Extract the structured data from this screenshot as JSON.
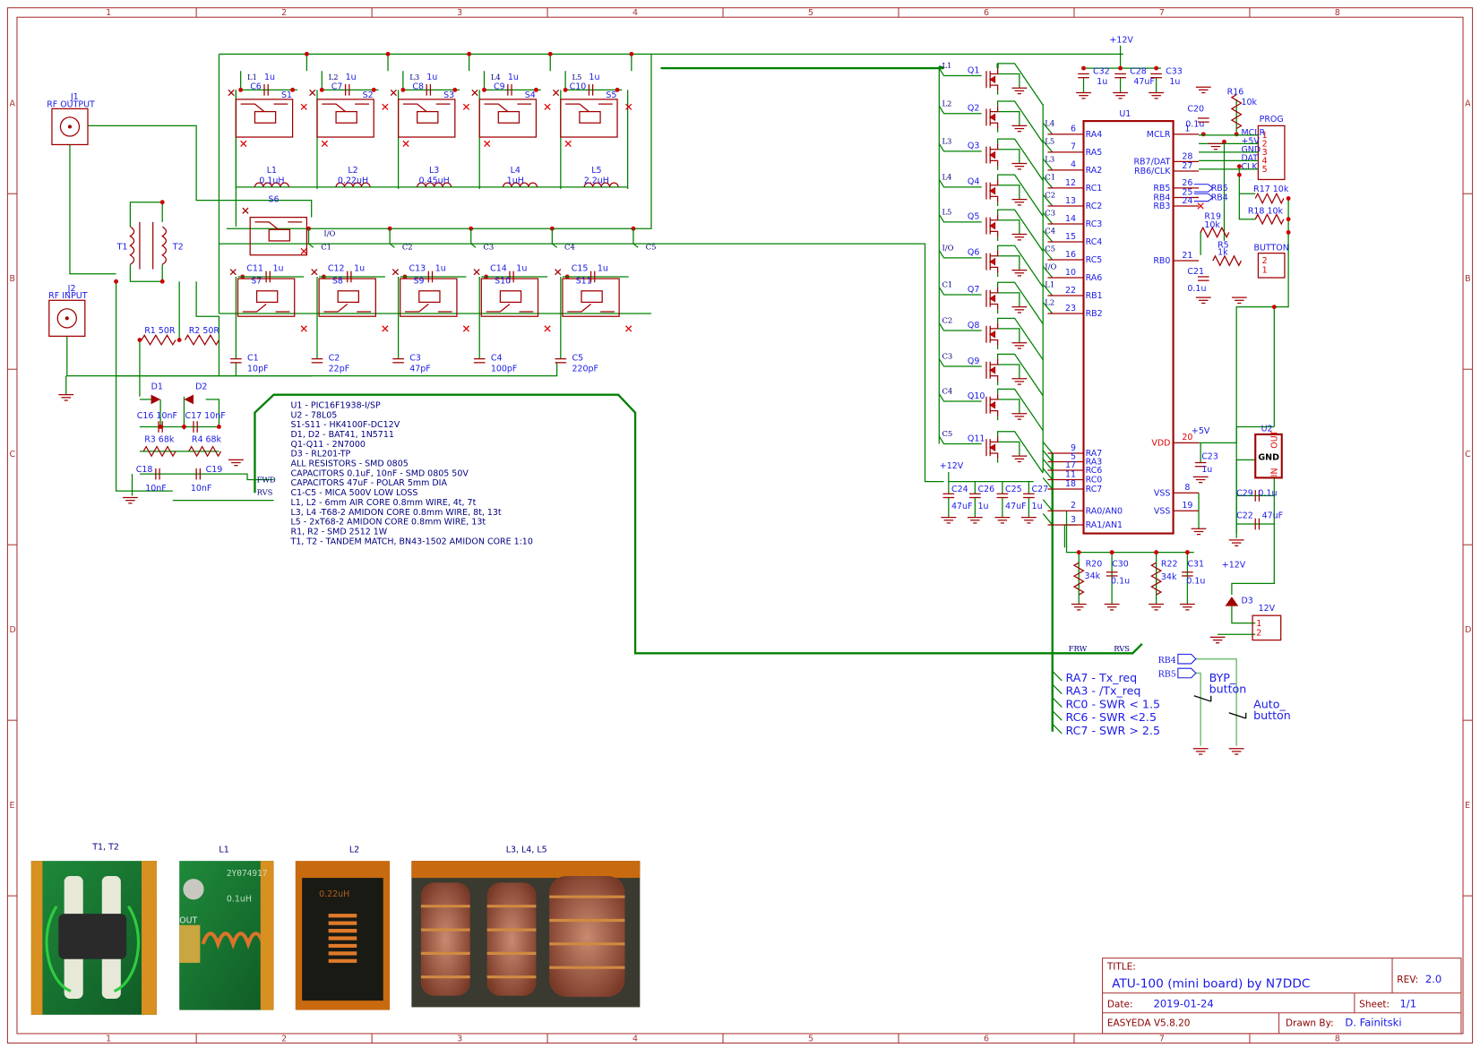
{
  "colors": {
    "wire": "#008000",
    "component": "#a00000",
    "text": "#1a1ae6",
    "border": "#a33333"
  },
  "grid": {
    "columns": [
      "1",
      "2",
      "3",
      "4",
      "5",
      "6",
      "7",
      "8"
    ],
    "rows": [
      "A",
      "B",
      "C",
      "D",
      "E"
    ]
  },
  "connectors": {
    "j1": {
      "ref": "J1",
      "name": "RF OUTPUT"
    },
    "j2": {
      "ref": "J2",
      "name": "RF INPUT"
    },
    "t1": "T1",
    "t2": "T2"
  },
  "sensor": {
    "r1": "R1 50R",
    "r2": "R2 50R",
    "d1": "D1",
    "d2": "D2",
    "c16": "C16 10nF",
    "c17": "C17 10nF",
    "r3": "R3 68k",
    "r4": "R4 68k",
    "c18": "C18",
    "c18v": "10nF",
    "c19": "C19",
    "c19v": "10nF",
    "fwd": "FWD",
    "rvs": "RVS"
  },
  "top_relays": [
    {
      "ref": "S1",
      "cap": "C6",
      "val": "1u",
      "net": "L1",
      "ind": "L1",
      "indv": "0.1uH"
    },
    {
      "ref": "S2",
      "cap": "C7",
      "val": "1u",
      "net": "L2",
      "ind": "L2",
      "indv": "0.22uH"
    },
    {
      "ref": "S3",
      "cap": "C8",
      "val": "1u",
      "net": "L3",
      "ind": "L3",
      "indv": "0.45uH"
    },
    {
      "ref": "S4",
      "cap": "C9",
      "val": "1u",
      "net": "L4",
      "ind": "L4",
      "indv": "1uH"
    },
    {
      "ref": "S5",
      "cap": "C10",
      "val": "1u",
      "net": "L5",
      "ind": "L5",
      "indv": "2.2uH"
    }
  ],
  "s6": {
    "ref": "S6",
    "net": "I/O"
  },
  "bottom_relays": [
    {
      "ref": "S7",
      "cap": "C11",
      "val": "1u",
      "net": "C1",
      "c": "C1",
      "cv": "10pF"
    },
    {
      "ref": "S8",
      "cap": "C12",
      "val": "1u",
      "net": "C2",
      "c": "C2",
      "cv": "22pF"
    },
    {
      "ref": "S9",
      "cap": "C13",
      "val": "1u",
      "net": "C3",
      "c": "C3",
      "cv": "47pF"
    },
    {
      "ref": "S10",
      "cap": "C14",
      "val": "1u",
      "net": "C4",
      "c": "C4",
      "cv": "100pF"
    },
    {
      "ref": "S11",
      "cap": "C15",
      "val": "1u",
      "net": "C5",
      "c": "C5",
      "cv": "220pF"
    }
  ],
  "transistors": [
    {
      "ref": "Q1",
      "net": "L1"
    },
    {
      "ref": "Q2",
      "net": "L2"
    },
    {
      "ref": "Q3",
      "net": "L3"
    },
    {
      "ref": "Q4",
      "net": "L4"
    },
    {
      "ref": "Q5",
      "net": "L5"
    },
    {
      "ref": "Q6",
      "net": "I/O"
    },
    {
      "ref": "Q7",
      "net": "C1"
    },
    {
      "ref": "Q8",
      "net": "C2"
    },
    {
      "ref": "Q9",
      "net": "C3"
    },
    {
      "ref": "Q10",
      "net": "C4"
    },
    {
      "ref": "Q11",
      "net": "C5"
    }
  ],
  "power_top": {
    "rail": "+12V",
    "caps": [
      {
        "ref": "C32",
        "val": "1u"
      },
      {
        "ref": "C28",
        "val": "47uF"
      },
      {
        "ref": "C33",
        "val": "1u"
      }
    ]
  },
  "power_mid": {
    "rail": "+12V",
    "caps": [
      {
        "ref": "C24",
        "val": "47uF"
      },
      {
        "ref": "C26",
        "val": "1u"
      },
      {
        "ref": "C25",
        "val": "47uF"
      },
      {
        "ref": "C27",
        "val": "1u"
      }
    ]
  },
  "mcu": {
    "ref": "U1",
    "left_pins": [
      {
        "num": "6",
        "name": "RA4",
        "net": "L4"
      },
      {
        "num": "7",
        "name": "RA5",
        "net": "L5"
      },
      {
        "num": "4",
        "name": "RA2",
        "net": "L3"
      },
      {
        "num": "12",
        "name": "RC1",
        "net": "C1"
      },
      {
        "num": "13",
        "name": "RC2",
        "net": "C2"
      },
      {
        "num": "14",
        "name": "RC3",
        "net": "C3"
      },
      {
        "num": "15",
        "name": "RC4",
        "net": "C4"
      },
      {
        "num": "16",
        "name": "RC5",
        "net": "C5"
      },
      {
        "num": "10",
        "name": "RA6",
        "net": "I/O"
      },
      {
        "num": "22",
        "name": "RB1",
        "net": "L1"
      },
      {
        "num": "23",
        "name": "RB2",
        "net": "L2"
      },
      {
        "num": "9",
        "name": "RA7",
        "net": ""
      },
      {
        "num": "5",
        "name": "RA3",
        "net": ""
      },
      {
        "num": "17",
        "name": "RC6",
        "net": ""
      },
      {
        "num": "11",
        "name": "RC0",
        "net": ""
      },
      {
        "num": "18",
        "name": "RC7",
        "net": ""
      },
      {
        "num": "2",
        "name": "RA0/AN0",
        "net": ""
      },
      {
        "num": "3",
        "name": "RA1/AN1",
        "net": ""
      }
    ],
    "right_pins": [
      {
        "num": "1",
        "name": "MCLR"
      },
      {
        "num": "28",
        "name": "RB7/DAT"
      },
      {
        "num": "27",
        "name": "RB6/CLK"
      },
      {
        "num": "26",
        "name": "RB5"
      },
      {
        "num": "25",
        "name": "RB4"
      },
      {
        "num": "24",
        "name": "RB3"
      },
      {
        "num": "21",
        "name": "RB0"
      },
      {
        "num": "20",
        "name": "VDD"
      },
      {
        "num": "8",
        "name": "VSS"
      },
      {
        "num": "19",
        "name": "VSS"
      }
    ],
    "rb_labels": [
      "RB5",
      "RB4"
    ]
  },
  "prog": {
    "title": "PROG",
    "pins": [
      {
        "num": "1",
        "name": "MCLR"
      },
      {
        "num": "2",
        "name": "+5V"
      },
      {
        "num": "3",
        "name": "GND"
      },
      {
        "num": "4",
        "name": "DAT"
      },
      {
        "num": "5",
        "name": "CLK"
      }
    ]
  },
  "misc": {
    "r16": "R16",
    "r16v": "10k",
    "c20": "C20",
    "c20v": "0.1u",
    "r17": "R17 10k",
    "r18": "R18 10k",
    "r19": "R19",
    "r19v": "10k",
    "r5": "R5",
    "r5v": "1k",
    "c21": "C21",
    "c21v": "0.1u",
    "button": "BUTTON",
    "button_pins": [
      "2",
      "1"
    ]
  },
  "regulator": {
    "ref": "U2",
    "out": "OUT",
    "gnd": "GND",
    "in": "IN",
    "rail5": "+5V",
    "c23": "C23",
    "c23v": "1u",
    "c29": "C29",
    "c29v": "0.1u",
    "c22": "C22",
    "c22v": "47uF",
    "rail12": "+12V",
    "d3": "D3",
    "conn": "12V",
    "conn_pins": [
      "1",
      "2"
    ]
  },
  "adc": {
    "r20": "R20",
    "r20v": "34k",
    "c30": "C30",
    "c30v": "0.1u",
    "r22": "R22",
    "r22v": "34k",
    "c31": "C31",
    "c31v": "0.1u",
    "frw": "FRW",
    "rvs": "RVS"
  },
  "signal_legend": [
    "RA7 - Tx_req",
    "RA3 - /Tx_req",
    "RC0 - SWR < 1.5",
    "RC6 - SWR <2.5",
    "RC7 - SWR > 2.5"
  ],
  "buttons": {
    "rb4": "RB4",
    "rb5": "RB5",
    "byp": "BYP_",
    "byp2": "button",
    "auto": "Auto_",
    "auto2": "button"
  },
  "notes": [
    "U1 - PIC16F1938-I/SP",
    "U2 - 78L05",
    "S1-S11 - HK4100F-DC12V",
    "D1, D2 - BAT41, 1N5711",
    "Q1-Q11 - 2N7000",
    "D3 - RL201-TP",
    "ALL RESISTORS - SMD 0805",
    "CAPACITORS 0.1uF, 10nF - SMD 0805 50V",
    "CAPACITORS 47uF - POLAR 5mm DIA",
    "C1-C5 - MICA 500V LOW LOSS",
    "L1, L2 - 6mm AIR CORE 0.8mm WIRE, 4t, 7t",
    "L3, L4 -T68-2 AMIDON CORE 0.8mm WIRE, 8t, 13t",
    "L5 - 2xT68-2 AMIDON CORE 0.8mm WIRE, 13t",
    "R1, R2 - SMD 2512 1W",
    "T1, T2 - TANDEM MATCH, BN43-1502 AMIDON CORE 1:10"
  ],
  "photos": [
    {
      "label": "T1, T2"
    },
    {
      "label": "L1",
      "marking": "2Y074917",
      "value": "0.1uH",
      "text2": "OUT"
    },
    {
      "label": "L2",
      "value": "0.22uH"
    },
    {
      "label": "L3, L4, L5"
    }
  ],
  "title_block": {
    "title_label": "TITLE:",
    "title": "ATU-100 (mini board) by N7DDC",
    "rev_label": "REV:",
    "rev": "2.0",
    "date_label": "Date:",
    "date": "2019-01-24",
    "sheet_label": "Sheet:",
    "sheet": "1/1",
    "tool": "EASYEDA V5.8.20",
    "drawn_label": "Drawn By:",
    "drawn": "D. Fainitski"
  }
}
